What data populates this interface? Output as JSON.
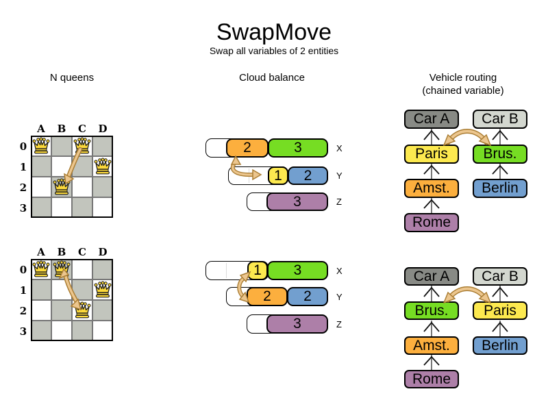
{
  "header": {
    "title": "SwapMove",
    "subtitle": "Swap all variables of 2 entities"
  },
  "sections": {
    "nqueens_title": "N queens",
    "cloud_title": "Cloud balance",
    "vehicle_title": "Vehicle routing",
    "vehicle_subtitle": "(chained variable)"
  },
  "nqueens": {
    "col_labels": [
      "A",
      "B",
      "C",
      "D"
    ],
    "row_labels": [
      "0",
      "1",
      "2",
      "3"
    ],
    "before": {
      "queens": [
        "A0",
        "C0",
        "D1",
        "B2"
      ],
      "swap_arrow": [
        "C0",
        "B2"
      ]
    },
    "after": {
      "queens": [
        "A0",
        "B0",
        "D1",
        "C2"
      ],
      "swap_arrow": [
        "B0",
        "C2"
      ]
    }
  },
  "cloud": {
    "before": {
      "rows": [
        {
          "label": "X",
          "blocks": [
            {
              "value": "2",
              "color": "#fcaf3e"
            },
            {
              "value": "3",
              "color": "#76dd23"
            }
          ]
        },
        {
          "label": "Y",
          "blocks": [
            {
              "value": "1",
              "color": "#fce94f"
            },
            {
              "value": "2",
              "color": "#729fcf"
            }
          ]
        },
        {
          "label": "Z",
          "blocks": [
            {
              "value": "3",
              "color": "#ad7fa8"
            }
          ]
        }
      ]
    },
    "after": {
      "rows": [
        {
          "label": "X",
          "blocks": [
            {
              "value": "1",
              "color": "#fce94f"
            },
            {
              "value": "3",
              "color": "#76dd23"
            }
          ]
        },
        {
          "label": "Y",
          "blocks": [
            {
              "value": "2",
              "color": "#fcaf3e"
            },
            {
              "value": "2",
              "color": "#729fcf"
            }
          ]
        },
        {
          "label": "Z",
          "blocks": [
            {
              "value": "3",
              "color": "#ad7fa8"
            }
          ]
        }
      ]
    }
  },
  "vehicle": {
    "before": {
      "left_chain": [
        "Car A",
        "Paris",
        "Amst.",
        "Rome"
      ],
      "right_chain": [
        "Car B",
        "Brus.",
        "Berlin"
      ]
    },
    "after": {
      "left_chain": [
        "Car A",
        "Brus.",
        "Amst.",
        "Rome"
      ],
      "right_chain": [
        "Car B",
        "Paris",
        "Berlin"
      ]
    },
    "colors": {
      "car_a": "#888a85",
      "car_b": "#d3d7cf",
      "paris": "#fce94f",
      "brussels": "#76dd23",
      "amsterdam": "#fcaf3e",
      "berlin": "#729fcf",
      "rome": "#ad7fa8"
    }
  },
  "palette": {
    "swap_arrow_fill": "#ecc68e",
    "swap_arrow_outline": "#aa7d33",
    "board_dark_cell": "#c2c5bd",
    "queen_gold": "#fcd93b"
  }
}
